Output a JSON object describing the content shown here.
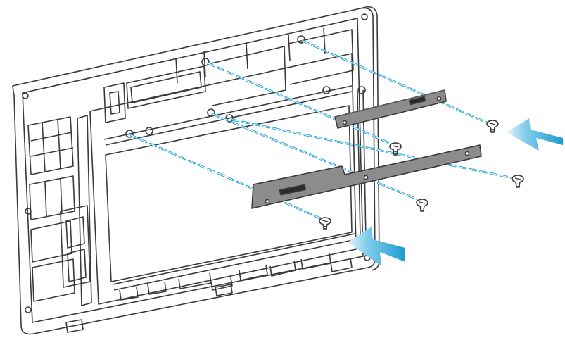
{
  "diagram": {
    "kind": "exploded-assembly",
    "parts": [
      {
        "name": "back-cover-frame",
        "count": 1
      },
      {
        "name": "bracket",
        "count": 2
      },
      {
        "name": "screw",
        "count": 5
      }
    ],
    "arrow_count": 2,
    "colors": {
      "line": "#3a3a3a",
      "frame_fill": "#ffffff",
      "bracket_fill": "#8c8c8c",
      "guide_dash": "#2aa7d6",
      "arrow_fill": "#1f9bd0"
    },
    "icons": [
      "screw-icon",
      "insert-arrow-icon"
    ]
  }
}
